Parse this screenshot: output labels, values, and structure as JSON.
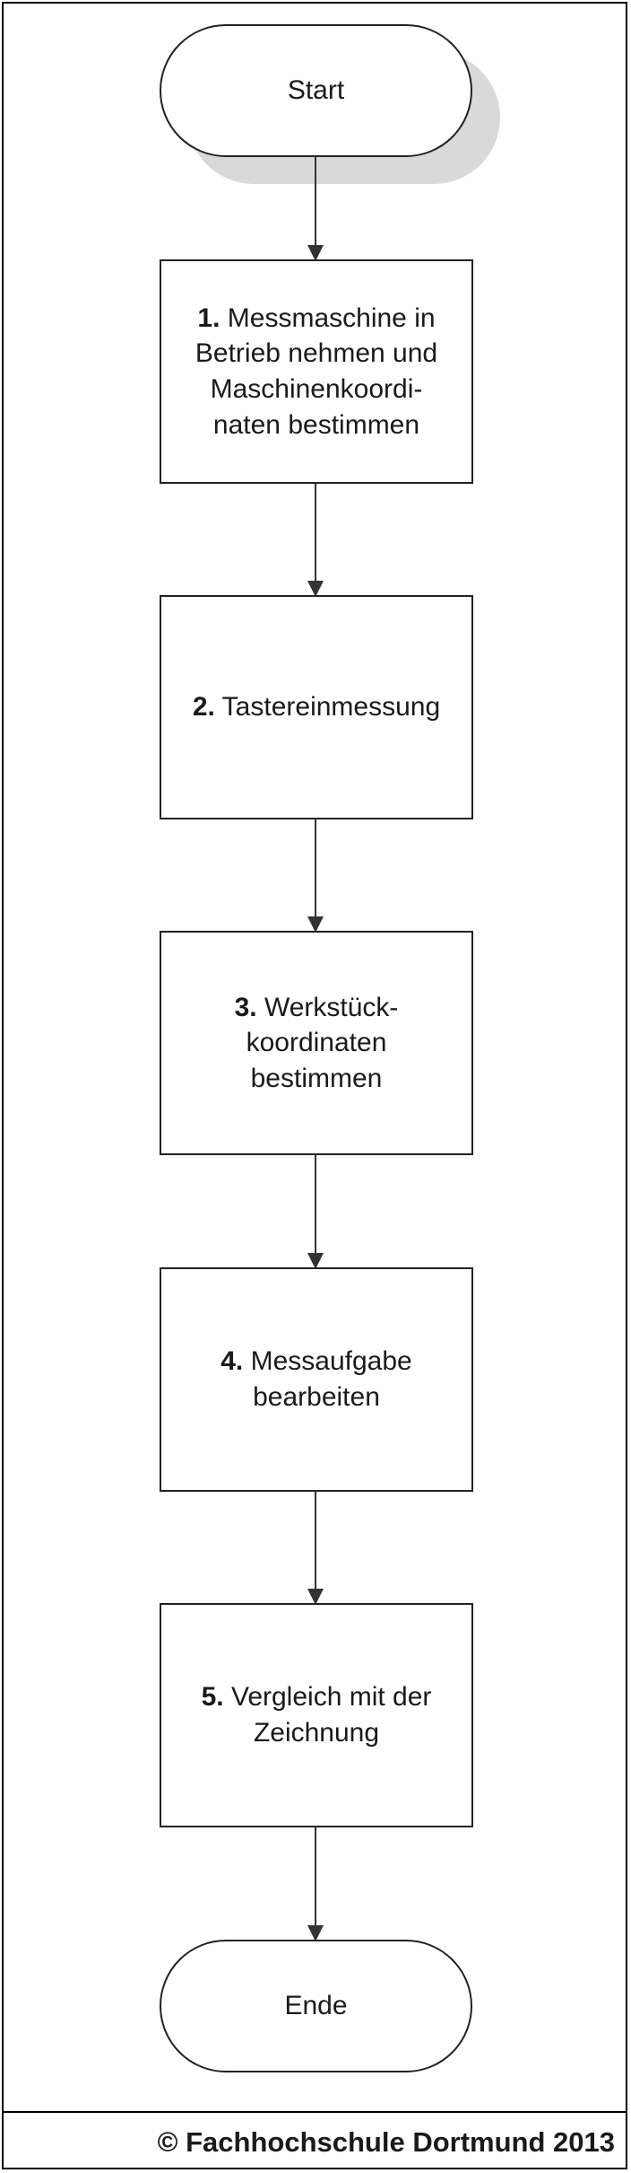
{
  "flowchart": {
    "start_label": "Start",
    "end_label": "Ende",
    "steps": [
      {
        "number": "1.",
        "text": " Messmaschine in\nBetrieb nehmen und\nMaschinenkoordi-\nnaten bestimmen"
      },
      {
        "number": "2.",
        "text": " Tastereinmessung"
      },
      {
        "number": "3.",
        "text": " Werkstück-\nkoordinaten\nbestimmen"
      },
      {
        "number": "4.",
        "text": " Messaufgabe\nbearbeiten"
      },
      {
        "number": "5.",
        "text": " Vergleich mit der\nZeichnung"
      }
    ]
  },
  "footer": {
    "copyright": "© Fachhochschule Dortmund 2013"
  }
}
